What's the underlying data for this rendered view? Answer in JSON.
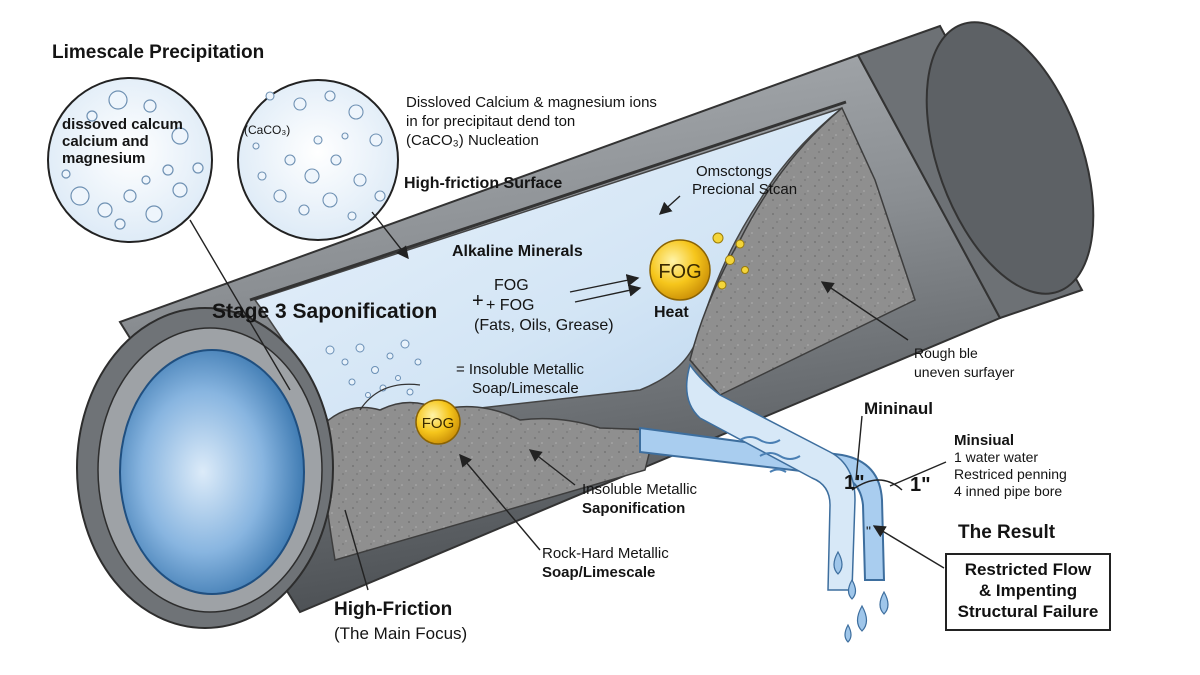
{
  "title": "Limescale Precipitation",
  "bubble_left": {
    "lines": [
      "dissoved calcum",
      "calcium and",
      "magnesium"
    ]
  },
  "bubble_right": {
    "label": "(CaCO₃)"
  },
  "top_note": {
    "lines": [
      "Dissloved Calcium & magnesium ions",
      "in for precipitaut dend ton",
      "(CaCO₃) Nucleation"
    ]
  },
  "high_friction_surface": "High-friction Surface",
  "alkaline_minerals": "Alkaline Minerals",
  "stage": "Stage 3 Saponification",
  "fog_equation": {
    "plus": "+",
    "line1": "FOG",
    "line2": "+ FOG",
    "line3": "(Fats, Oils, Grease)"
  },
  "fog_ball_label": "FOG",
  "fog_ball_small_label": "FOG",
  "heat": "Heat",
  "omsctongs": {
    "lines": [
      "Omsctongs",
      "Precional Stcan"
    ]
  },
  "insoluble_soap": {
    "lines": [
      "= Insoluble Metallic",
      "Soap/Limescale"
    ]
  },
  "rough": {
    "lines": [
      "Rough ble",
      "uneven surfayer"
    ]
  },
  "mininaul": "Mininaul",
  "minsiual": {
    "title": "Minsiual",
    "lines": [
      "1 water water",
      "Restriced penning",
      "4 inned pipe bore"
    ]
  },
  "dim_left": "1\"",
  "dim_right": "1\"",
  "dim_small": "\"",
  "insoluble_sapon": {
    "lines": [
      "Insoluble Metallic",
      "Saponification"
    ]
  },
  "rock_hard": {
    "lines": [
      "Rock-Hard Metallic",
      "Soap/Limescale"
    ]
  },
  "the_result": "The Result",
  "result_box": {
    "lines": [
      "Restricted Flow",
      "& Impenting",
      "Structural Failure"
    ]
  },
  "high_friction_bottom": {
    "lines": [
      "High-Friction",
      "(The Main Focus)"
    ]
  },
  "colors": {
    "pipe": "#8e9296",
    "pipe_dark": "#55595d",
    "water": "#cfe2f3",
    "water_deep": "#5a92c8",
    "fog": "#f4c21a",
    "deposit": "#9a9a9a"
  }
}
